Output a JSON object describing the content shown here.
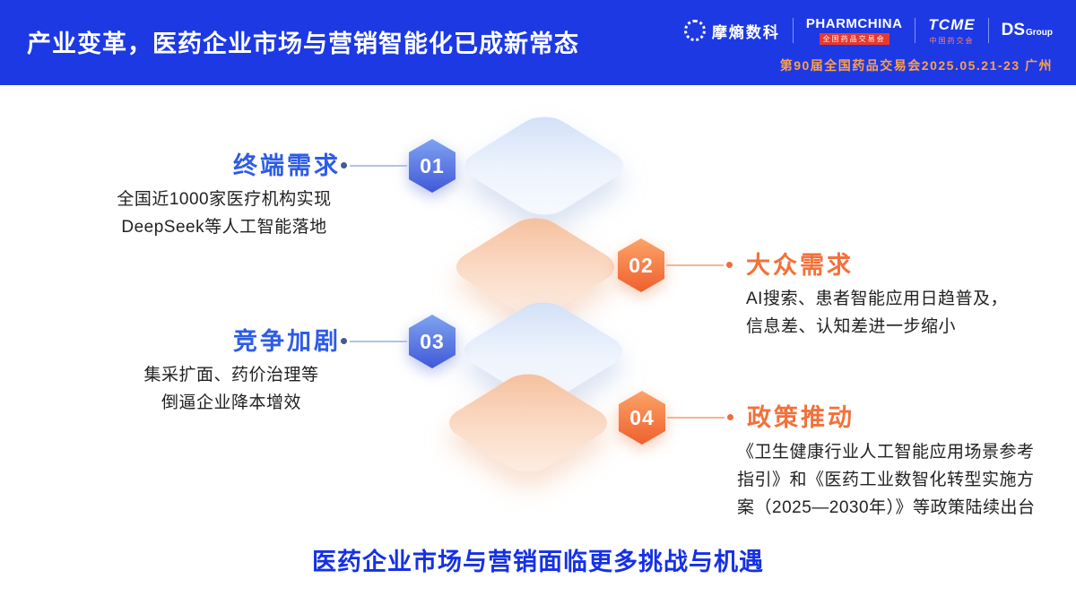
{
  "header": {
    "title": "产业变革，医药企业市场与营销智能化已成新常态",
    "event_line": "第90届全国药品交易会2025.05.21-23 广州",
    "logos": {
      "mojing": "摩熵数科",
      "pharmchina": "PHARMCHINA",
      "pharmchina_sub": "全国药品交易会",
      "tcme": "TCME",
      "tcme_sub": "中国药交会",
      "ds": "DS",
      "ds_sub": "Group"
    }
  },
  "diagram": {
    "items": [
      {
        "number": "01",
        "label": "终端需求",
        "lines": [
          "全国近1000家医疗机构实现",
          "DeepSeek等人工智能落地"
        ]
      },
      {
        "number": "02",
        "label": "大众需求",
        "lines": [
          "AI搜索、患者智能应用日趋普及，",
          "信息差、认知差进一步缩小"
        ]
      },
      {
        "number": "03",
        "label": "竞争加剧",
        "lines": [
          "集采扩面、药价治理等",
          "倒逼企业降本增效"
        ]
      },
      {
        "number": "04",
        "label": "政策推动",
        "lines": [
          "《卫生健康行业人工智能应用场景参考",
          "指引》和《医药工业数智化转型实施方",
          "案（2025—2030年）》等政策陆续出台"
        ]
      }
    ]
  },
  "footer": {
    "title": "医药企业市场与营销面临更多挑战与机遇"
  },
  "colors": {
    "header_bg": "#1d39e4",
    "blue_accent": "#2e5ce6",
    "orange_accent": "#f2713b",
    "event_text": "#ffa04a",
    "footer_text": "#1531e5"
  }
}
